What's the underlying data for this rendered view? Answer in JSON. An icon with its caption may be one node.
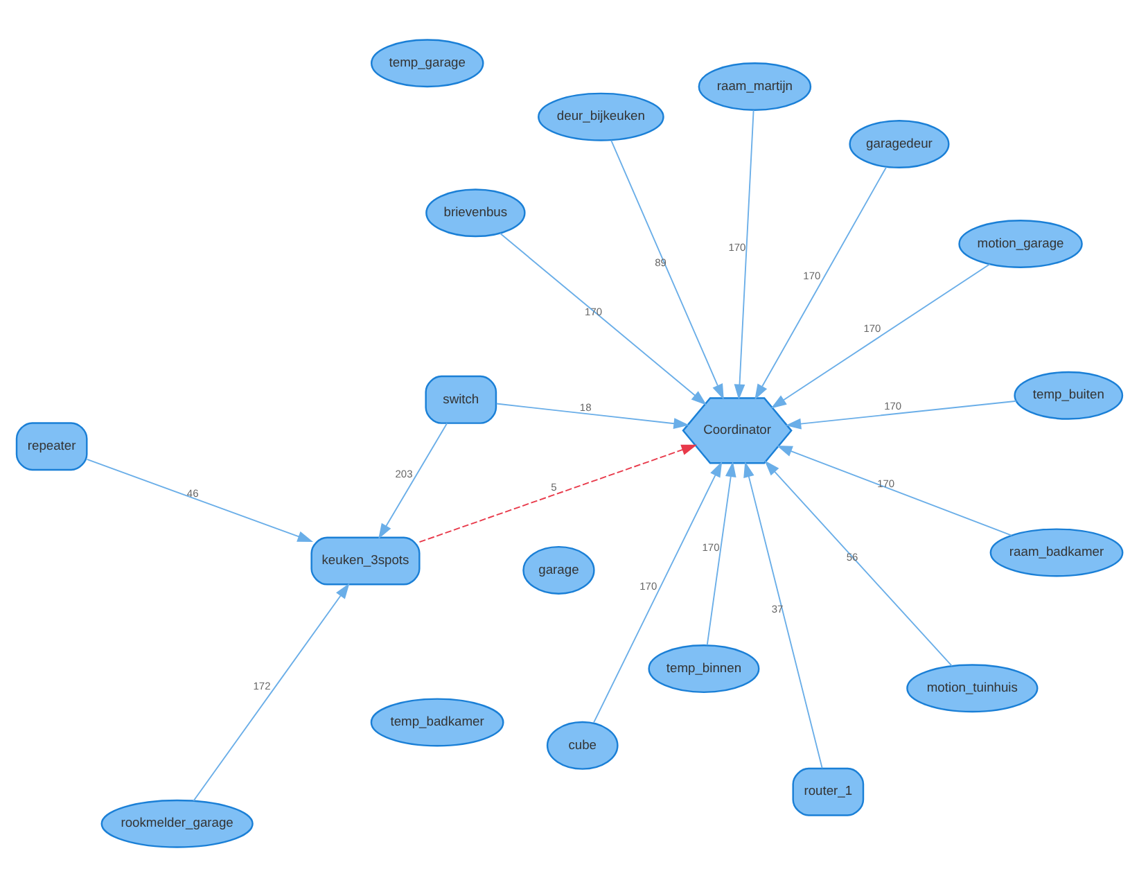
{
  "diagram": {
    "nodes": [
      {
        "text": [
          "repeater"
        ]
      },
      {
        "text": [
          "keuken_3spots"
        ]
      },
      {
        "text": [
          "rookmelder_garage"
        ]
      },
      {
        "text": [
          "switch"
        ]
      },
      {
        "text": [
          "garagedeur"
        ]
      },
      {
        "text": [
          "deur_bijkeuken"
        ]
      },
      {
        "text": [
          "cube"
        ]
      },
      {
        "text": [
          "raam_badkamer"
        ]
      },
      {
        "text": [
          "temp_binnen"
        ]
      },
      {
        "text": [
          "Coordinator"
        ]
      },
      {
        "text": [
          "router_1"
        ]
      },
      {
        "text": [
          "brievenbus"
        ]
      },
      {
        "text": [
          "temp_buiten"
        ]
      },
      {
        "text": [
          "motion_garage"
        ]
      },
      {
        "text": [
          "raam_martijn"
        ]
      },
      {
        "text": [
          "motion_tuinhuis"
        ]
      },
      {
        "text": [
          "temp_badkamer"
        ]
      },
      {
        "text": [
          "temp_garage"
        ]
      },
      {
        "text": [
          "garage"
        ]
      }
    ],
    "edges": [
      {
        "from": 0,
        "to": 1,
        "arrow": "to",
        "label": "46"
      },
      {
        "from": 2,
        "to": 1,
        "arrow": "to",
        "label": "172"
      },
      {
        "from": 3,
        "to": 1,
        "arrow": "to",
        "label": "203"
      },
      {
        "from": 1,
        "to": 9,
        "arrow": "to",
        "label": "5",
        "style": "dashed",
        "color": "#e8394a"
      },
      {
        "from": 3,
        "to": 9,
        "arrow": "to",
        "label": "18"
      },
      {
        "from": 4,
        "to": 9,
        "arrow": "to",
        "label": "170"
      },
      {
        "from": 5,
        "to": 9,
        "arrow": "to",
        "label": "89"
      },
      {
        "from": 6,
        "to": 9,
        "arrow": "to",
        "label": "170"
      },
      {
        "from": 7,
        "to": 9,
        "arrow": "to",
        "label": "170"
      },
      {
        "from": 8,
        "to": 9,
        "arrow": "to",
        "label": "170"
      },
      {
        "from": 10,
        "to": 9,
        "arrow": "to",
        "label": "37"
      },
      {
        "from": 11,
        "to": 9,
        "arrow": "to",
        "label": "170"
      },
      {
        "from": 12,
        "to": 9,
        "arrow": "to",
        "label": "170"
      },
      {
        "from": 13,
        "to": 9,
        "arrow": "to",
        "label": "170"
      },
      {
        "from": 14,
        "to": 9,
        "arrow": "to",
        "label": "170"
      },
      {
        "from": 15,
        "to": 9,
        "arrow": "to",
        "label": "56"
      }
    ]
  }
}
